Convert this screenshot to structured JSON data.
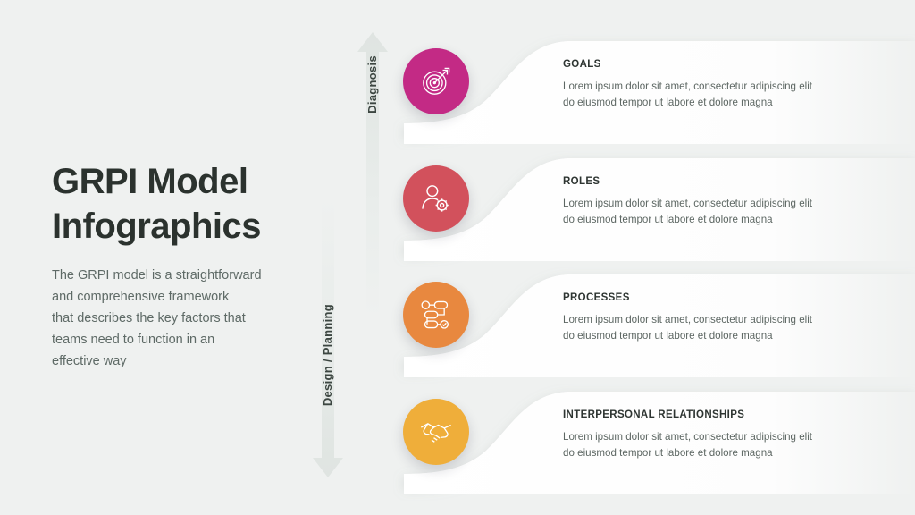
{
  "background_color": "#eff1f0",
  "header": {
    "title": "GRPI Model\nInfographics",
    "description": "The GRPI model is a straightforward\nand comprehensive framework\nthat describes the key factors that\nteams need to function in an\neffective way"
  },
  "arrows": [
    {
      "label": "Diagnosis",
      "direction": "up",
      "color": "#e3e7e5"
    },
    {
      "label": "Design / Planning",
      "direction": "down",
      "color": "#e3e7e5"
    }
  ],
  "rows": [
    {
      "title": "GOALS",
      "body": "Lorem ipsum dolor sit amet, consectetur adipiscing elit\ndo eiusmod tempor ut labore et dolore magna",
      "color": "#c32a85",
      "icon": "target-icon"
    },
    {
      "title": "ROLES",
      "body": "Lorem ipsum dolor sit amet, consectetur adipiscing elit\ndo eiusmod tempor ut labore et dolore magna",
      "color": "#d2515c",
      "icon": "person-gear-icon"
    },
    {
      "title": "PROCESSES",
      "body": "Lorem ipsum dolor sit amet, consectetur adipiscing elit\ndo eiusmod tempor ut labore et dolore magna",
      "color": "#e8883f",
      "icon": "workflow-icon"
    },
    {
      "title": "INTERPERSONAL RELATIONSHIPS",
      "body": "Lorem ipsum dolor sit amet, consectetur adipiscing elit\ndo eiusmod tempor ut labore et dolore magna",
      "color": "#efae3a",
      "icon": "handshake-icon"
    }
  ]
}
